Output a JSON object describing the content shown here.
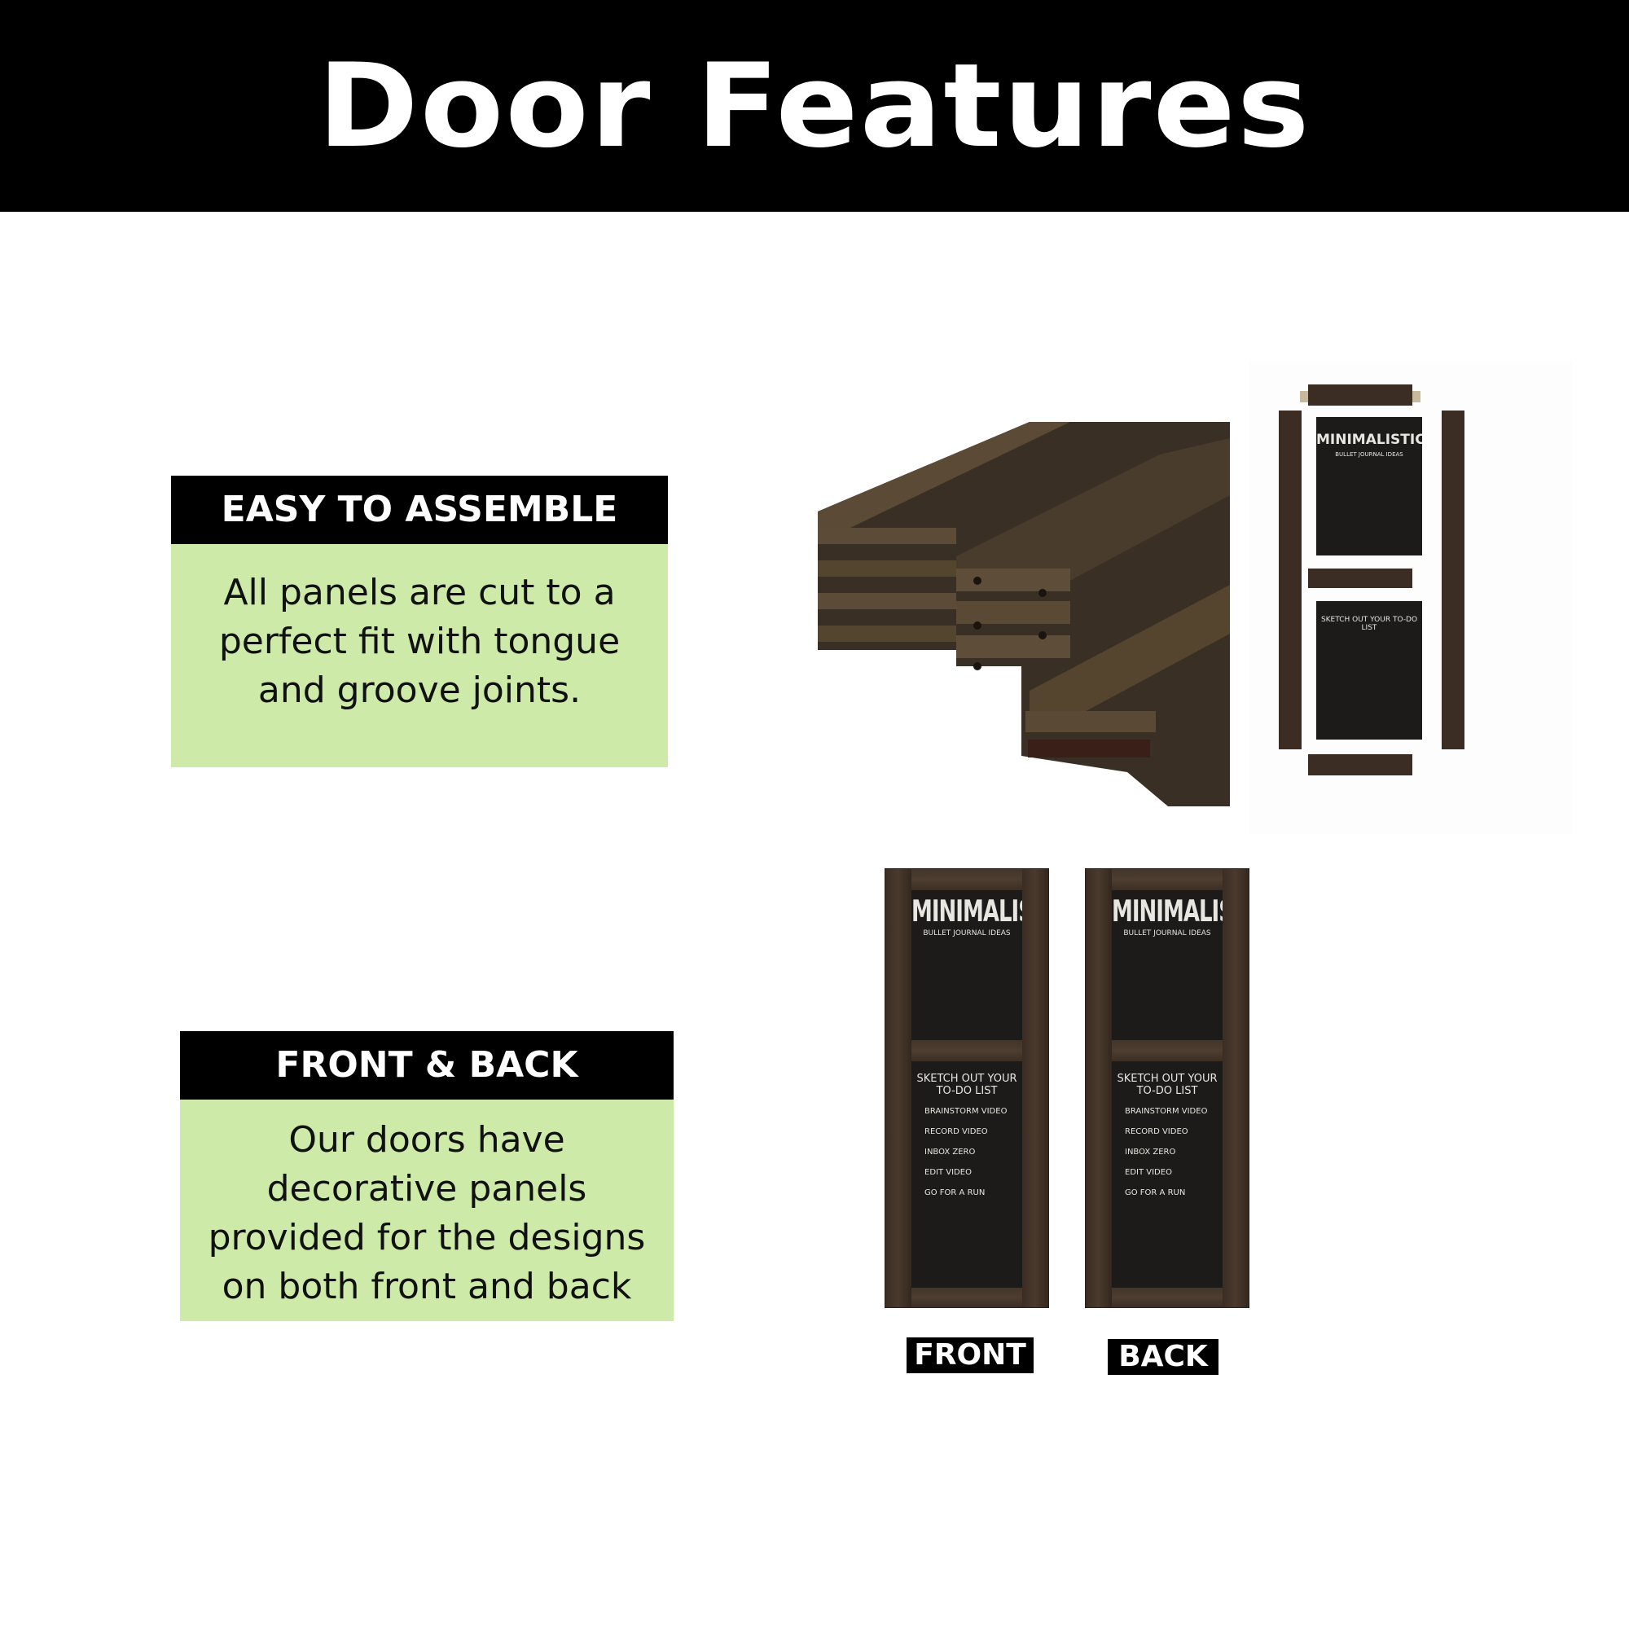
{
  "header": {
    "title": "Door Features"
  },
  "features": [
    {
      "title": "EASY TO ASSEMBLE",
      "body": "All panels are cut to a perfect fit with tongue and groove joints."
    },
    {
      "title": "FRONT & BACK",
      "body": "Our doors have decorative panels provided for the designs on both front and back"
    }
  ],
  "chalkboard": {
    "top_title": "MINIMALISTIC",
    "top_subtitle": "BULLET JOURNAL IDEAS",
    "bottom_title": "SKETCH OUT YOUR TO-DO LIST",
    "todo_items": [
      "BRAINSTORM VIDEO",
      "RECORD VIDEO",
      "INBOX ZERO",
      "EDIT VIDEO",
      "GO FOR A RUN"
    ]
  },
  "door_labels": {
    "front": "FRONT",
    "back": "BACK"
  },
  "colors": {
    "header_bg": "#000000",
    "feature_body_bg": "#cdeaa8",
    "wood": "#3b2e24",
    "chalkboard": "#1d1b19"
  }
}
